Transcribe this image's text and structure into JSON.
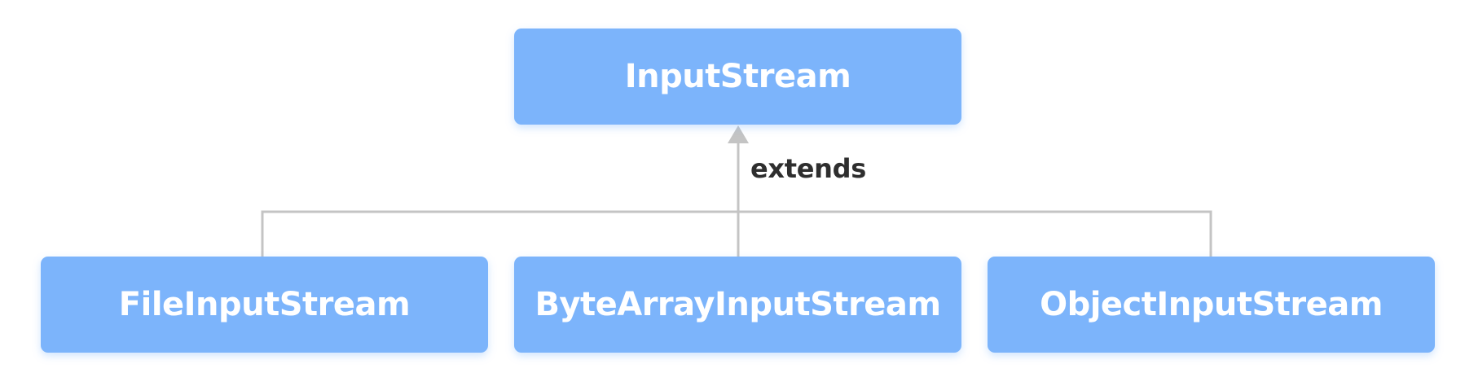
{
  "diagram": {
    "parent": {
      "label": "InputStream"
    },
    "relation_label": "extends",
    "children": [
      {
        "label": "FileInputStream"
      },
      {
        "label": "ByteArrayInputStream"
      },
      {
        "label": "ObjectInputStream"
      }
    ],
    "colors": {
      "node_fill": "#7cb4fb",
      "node_text": "#ffffff",
      "connector": "#c4c4c4",
      "label_text": "#2e2e2e"
    }
  }
}
